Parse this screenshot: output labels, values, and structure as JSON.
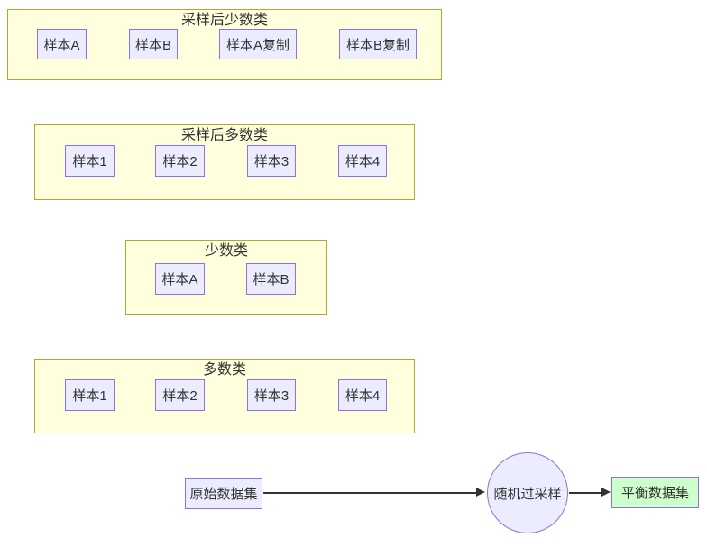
{
  "diagram": {
    "clusters": [
      {
        "title": "采样后少数类",
        "nodes": [
          "样本A",
          "样本B",
          "样本A复制",
          "样本B复制"
        ]
      },
      {
        "title": "采样后多数类",
        "nodes": [
          "样本1",
          "样本2",
          "样本3",
          "样本4"
        ]
      },
      {
        "title": "少数类",
        "nodes": [
          "样本A",
          "样本B"
        ]
      },
      {
        "title": "多数类",
        "nodes": [
          "样本1",
          "样本2",
          "样本3",
          "样本4"
        ]
      }
    ],
    "flow": {
      "source": "原始数据集",
      "process": "随机过采样",
      "result": "平衡数据集"
    },
    "colors": {
      "cluster_fill": "#ffffde",
      "cluster_border": "#aaaa33",
      "node_fill": "#ececff",
      "node_border": "#9370db",
      "result_fill": "#ccffcc",
      "arrow": "#333333"
    }
  }
}
